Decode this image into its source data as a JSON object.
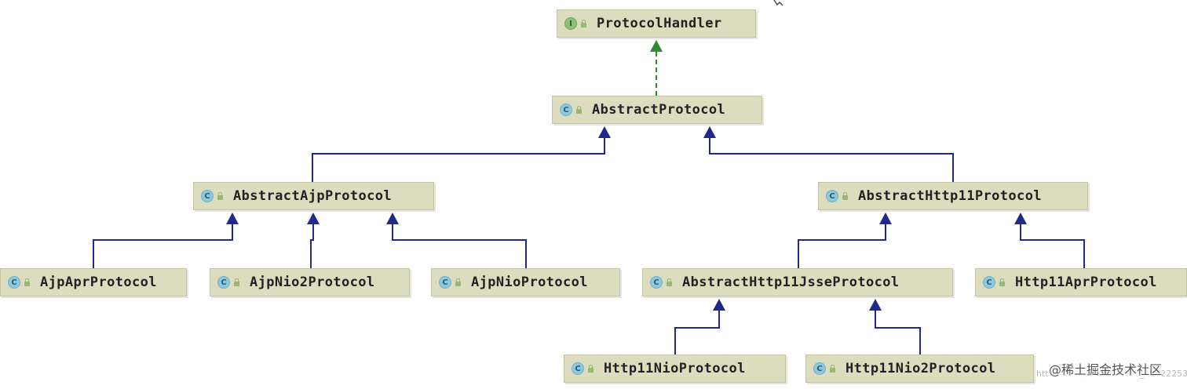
{
  "diagram": {
    "nodes": [
      {
        "id": "ProtocolHandler",
        "kind": "interface",
        "badge": "I",
        "label": "ProtocolHandler"
      },
      {
        "id": "AbstractProtocol",
        "kind": "class",
        "badge": "C",
        "label": "AbstractProtocol"
      },
      {
        "id": "AbstractAjpProtocol",
        "kind": "class",
        "badge": "C",
        "label": "AbstractAjpProtocol"
      },
      {
        "id": "AbstractHttp11Protocol",
        "kind": "class",
        "badge": "C",
        "label": "AbstractHttp11Protocol"
      },
      {
        "id": "AjpAprProtocol",
        "kind": "class",
        "badge": "C",
        "label": "AjpAprProtocol"
      },
      {
        "id": "AjpNio2Protocol",
        "kind": "class",
        "badge": "C",
        "label": "AjpNio2Protocol"
      },
      {
        "id": "AjpNioProtocol",
        "kind": "class",
        "badge": "C",
        "label": "AjpNioProtocol"
      },
      {
        "id": "AbstractHttp11JsseProtocol",
        "kind": "class",
        "badge": "C",
        "label": "AbstractHttp11JsseProtocol"
      },
      {
        "id": "Http11AprProtocol",
        "kind": "class",
        "badge": "C",
        "label": "Http11AprProtocol"
      },
      {
        "id": "Http11NioProtocol",
        "kind": "class",
        "badge": "C",
        "label": "Http11NioProtocol"
      },
      {
        "id": "Http11Nio2Protocol",
        "kind": "class",
        "badge": "C",
        "label": "Http11Nio2Protocol"
      }
    ],
    "edges": [
      {
        "from": "AbstractProtocol",
        "to": "ProtocolHandler",
        "type": "implements"
      },
      {
        "from": "AbstractAjpProtocol",
        "to": "AbstractProtocol",
        "type": "extends"
      },
      {
        "from": "AbstractHttp11Protocol",
        "to": "AbstractProtocol",
        "type": "extends"
      },
      {
        "from": "AjpAprProtocol",
        "to": "AbstractAjpProtocol",
        "type": "extends"
      },
      {
        "from": "AjpNio2Protocol",
        "to": "AbstractAjpProtocol",
        "type": "extends"
      },
      {
        "from": "AjpNioProtocol",
        "to": "AbstractAjpProtocol",
        "type": "extends"
      },
      {
        "from": "AbstractHttp11JsseProtocol",
        "to": "AbstractHttp11Protocol",
        "type": "extends"
      },
      {
        "from": "Http11AprProtocol",
        "to": "AbstractHttp11Protocol",
        "type": "extends"
      },
      {
        "from": "Http11NioProtocol",
        "to": "AbstractHttp11JsseProtocol",
        "type": "extends"
      },
      {
        "from": "Http11Nio2Protocol",
        "to": "AbstractHttp11JsseProtocol",
        "type": "extends"
      }
    ],
    "colors": {
      "extends": "#1f2a8c",
      "implements": "#2e8b2e",
      "node_bg": "#dcdcbe"
    }
  },
  "watermark": {
    "url_text": "https://blog.csdn.net/qq_40322253",
    "brand_text": "@稀土掘金技术社区"
  }
}
